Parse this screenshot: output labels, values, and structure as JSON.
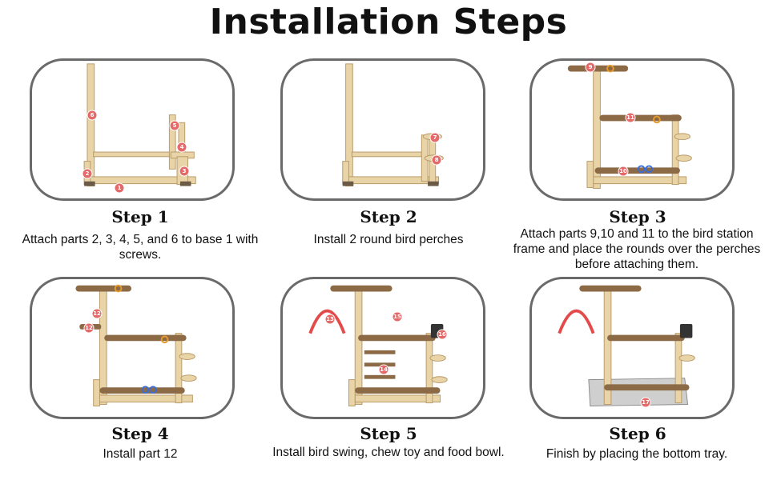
{
  "page": {
    "title": "Installation Steps"
  },
  "steps": [
    {
      "title": "Step 1",
      "description": "Attach parts 2, 3, 4, 5, and 6 to base 1 with screws.",
      "parts": [
        "1",
        "2",
        "3",
        "4",
        "5",
        "6"
      ]
    },
    {
      "title": "Step 2",
      "description": "Install 2 round bird perches",
      "parts": [
        "7",
        "8"
      ]
    },
    {
      "title": "Step 3",
      "description": "Attach parts 9,10 and 11 to the bird station frame and place the rounds over the perches before attaching them.",
      "parts": [
        "9",
        "10",
        "11"
      ]
    },
    {
      "title": "Step 4",
      "description": "Install part 12",
      "parts": [
        "12",
        "12"
      ]
    },
    {
      "title": "Step 5",
      "description": "Install bird swing, chew toy and food bowl.",
      "parts": [
        "13",
        "14",
        "15",
        "16"
      ]
    },
    {
      "title": "Step 6",
      "description": "Finish by placing the bottom tray.",
      "parts": [
        "17"
      ]
    }
  ],
  "colors": {
    "badge": "#e46a6a",
    "wood": "#e9d4a8",
    "branch": "#8c6a46",
    "border": "#6a6a6a"
  }
}
